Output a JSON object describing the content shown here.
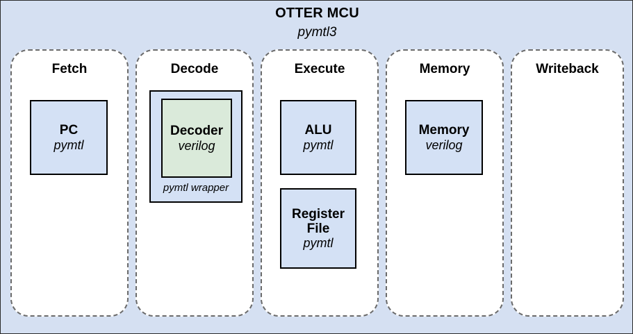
{
  "diagram": {
    "title": "OTTER MCU",
    "subtitle": "pymtl3",
    "panel_color": "#d5e0f2",
    "block_blue": "#d4e1f5",
    "block_green": "#daeada"
  },
  "stages": [
    {
      "id": "fetch",
      "title": "Fetch",
      "blocks": [
        {
          "name": "PC",
          "kind": "pymtl",
          "fill": "blue"
        }
      ]
    },
    {
      "id": "decode",
      "title": "Decode",
      "wrapper_label": "pymtl wrapper",
      "blocks": [
        {
          "name": "Decoder",
          "kind": "verilog",
          "fill": "green"
        }
      ]
    },
    {
      "id": "execute",
      "title": "Execute",
      "blocks": [
        {
          "name": "ALU",
          "kind": "pymtl",
          "fill": "blue"
        },
        {
          "name": "Register File",
          "kind": "pymtl",
          "fill": "blue"
        }
      ]
    },
    {
      "id": "memory",
      "title": "Memory",
      "blocks": [
        {
          "name": "Memory",
          "kind": "verilog",
          "fill": "blue"
        }
      ]
    },
    {
      "id": "writeback",
      "title": "Writeback",
      "blocks": []
    }
  ]
}
